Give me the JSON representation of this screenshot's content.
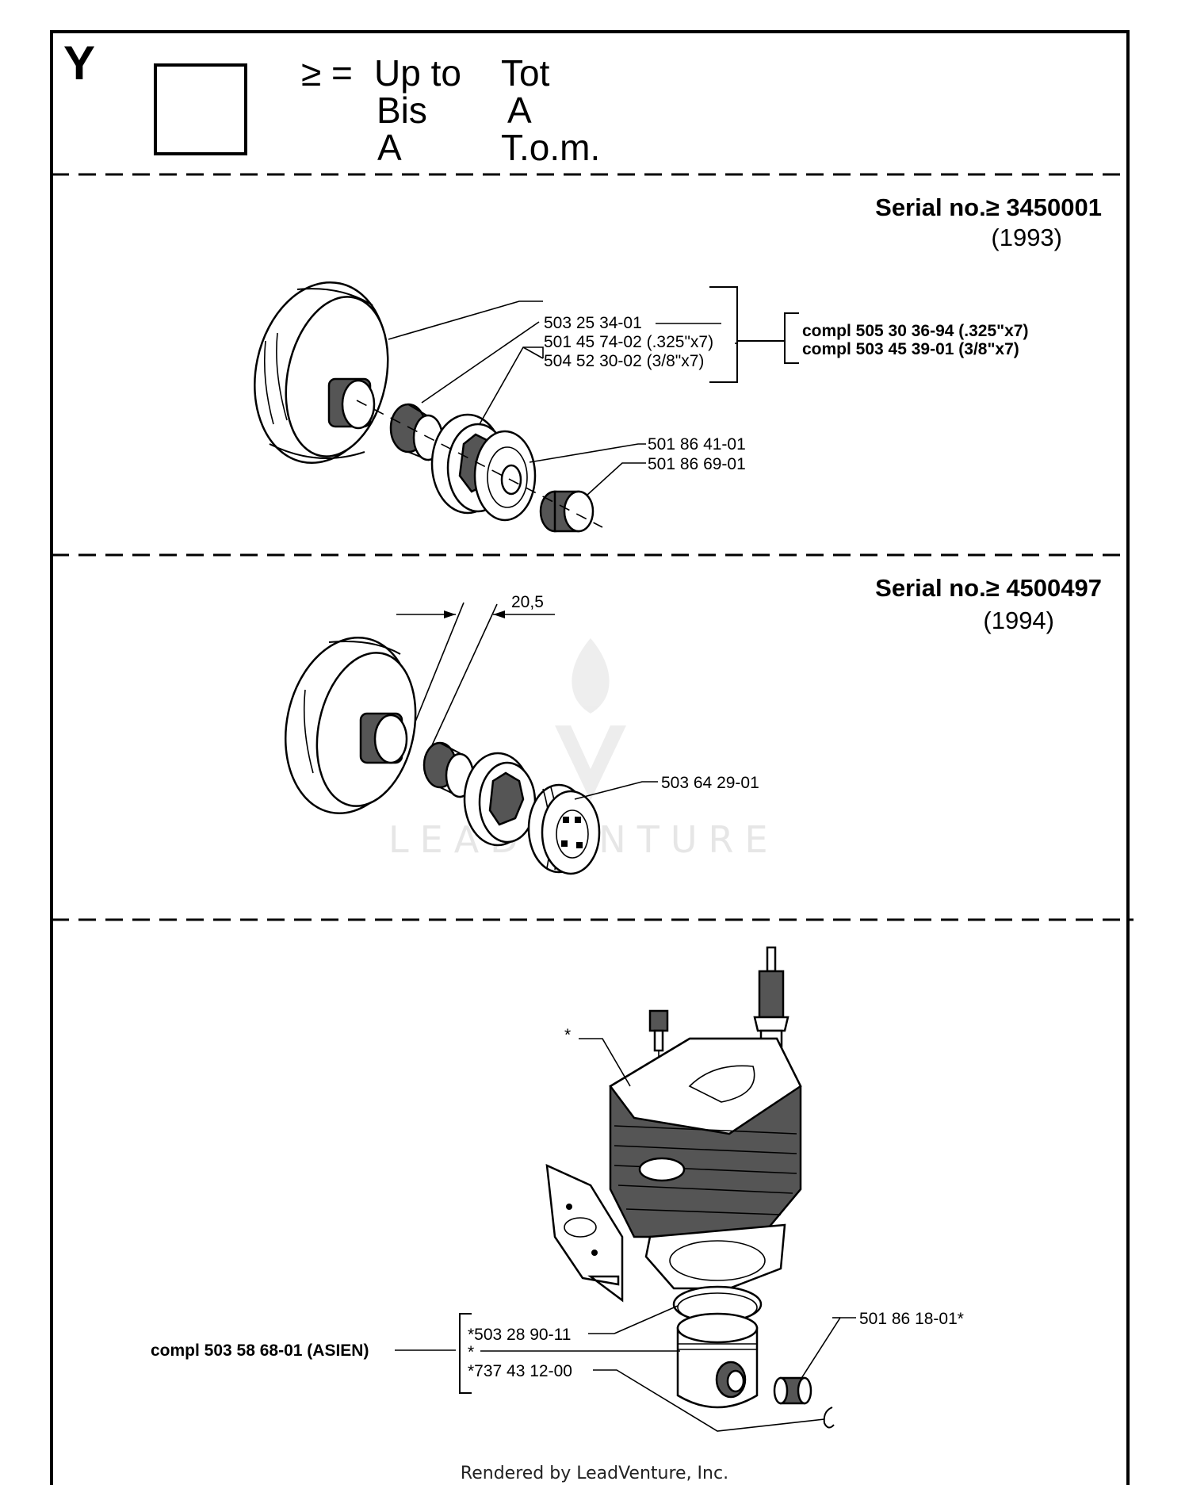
{
  "legend": {
    "section_letter": "Y",
    "symbol": "≥ =",
    "col1": [
      "Up to",
      "Bis",
      "A"
    ],
    "col2": [
      "Tot",
      "A",
      "T.o.m."
    ]
  },
  "section1": {
    "serial": "Serial no.≥ 3450001",
    "year": "(1993)",
    "parts": [
      "503 25 34-01",
      "501 45 74-02 (.325\"x7)",
      "504 52 30-02 (3/8\"x7)",
      "501 86 41-01",
      "501 86 69-01"
    ],
    "compl": [
      "compl 505 30 36-94 (.325\"x7)",
      "compl 503 45 39-01 (3/8\"x7)"
    ]
  },
  "section2": {
    "serial": "Serial no.≥ 4500497",
    "year": "(1994)",
    "dimension": "20,5",
    "parts": [
      "503 64 29-01"
    ]
  },
  "section3": {
    "star": "*",
    "compl": "compl 503 58 68-01 (ASIEN)",
    "parts": [
      "*503 28 90-11",
      "*",
      "*737 43 12-00",
      "501 86 18-01*"
    ]
  },
  "watermark": "LEADVENTURE",
  "footer": "Rendered by LeadVenture, Inc."
}
